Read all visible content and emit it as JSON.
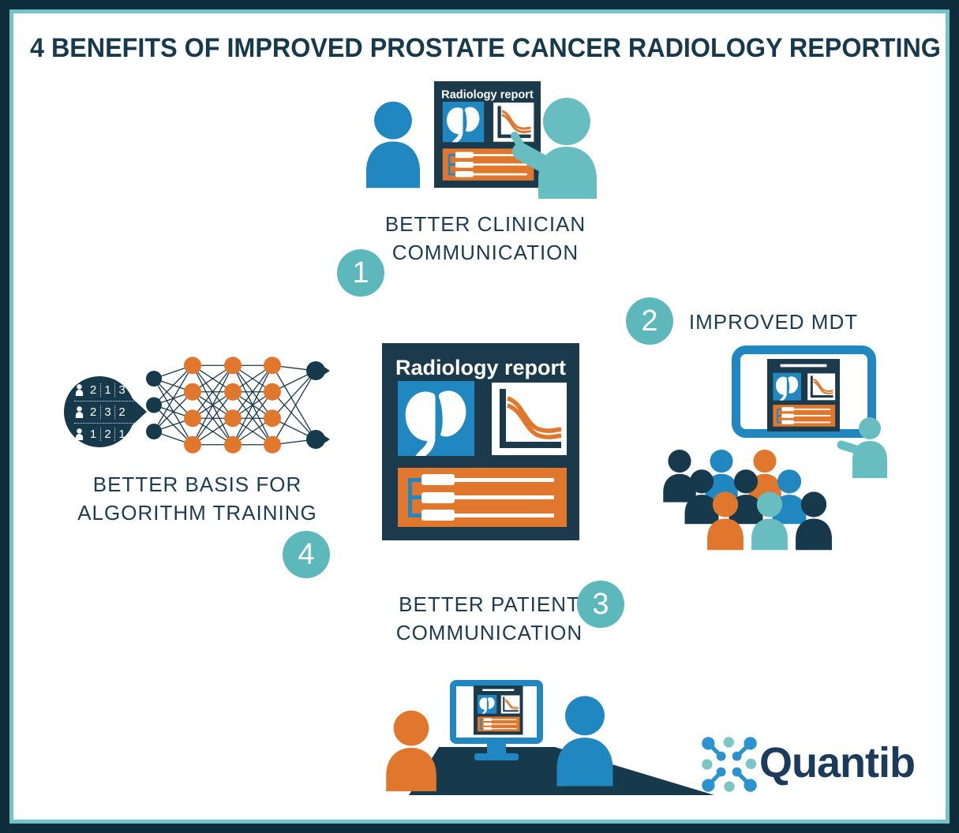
{
  "title": "4 BENEFITS OF IMPROVED PROSTATE CANCER RADIOLOGY REPORTING",
  "colors": {
    "navy": "#16394b",
    "blue": "#2187c1",
    "teal": "#68bdc0",
    "teal_circle": "#5db8bc",
    "orange": "#e1772c",
    "card_navy": "#1b3b4d",
    "white": "#ffffff",
    "logo_blue": "#2b93cd",
    "logo_teal": "#7cc5c6",
    "logo_text": "#1b3a5c",
    "text": "#1b3c50",
    "frame_border": "#0d2c3c",
    "frame_accent": "#74c3c6"
  },
  "benefits": {
    "one": {
      "number": "1",
      "line1": "BETTER CLINICIAN",
      "line2": "COMMUNICATION"
    },
    "two": {
      "number": "2",
      "line1": "IMPROVED MDT"
    },
    "three": {
      "number": "3",
      "line1": "BETTER PATIENT",
      "line2": "COMMUNICATION"
    },
    "four": {
      "number": "4",
      "line1": "BETTER BASIS FOR",
      "line2": "ALGORITHM TRAINING"
    }
  },
  "report_card": {
    "title": "Radiology report"
  },
  "algorithm_input_table": {
    "rows": [
      [
        "2",
        "1",
        "3"
      ],
      [
        "2",
        "3",
        "2"
      ],
      [
        "1",
        "2",
        "1"
      ]
    ]
  },
  "neural_network": {
    "layers": [
      3,
      4,
      4,
      4,
      2
    ]
  },
  "crowd": [
    "navy",
    "blue",
    "orange",
    "navy",
    "navy",
    "blue",
    "orange",
    "teal",
    "navy"
  ],
  "logo": {
    "text": "Quantib"
  }
}
